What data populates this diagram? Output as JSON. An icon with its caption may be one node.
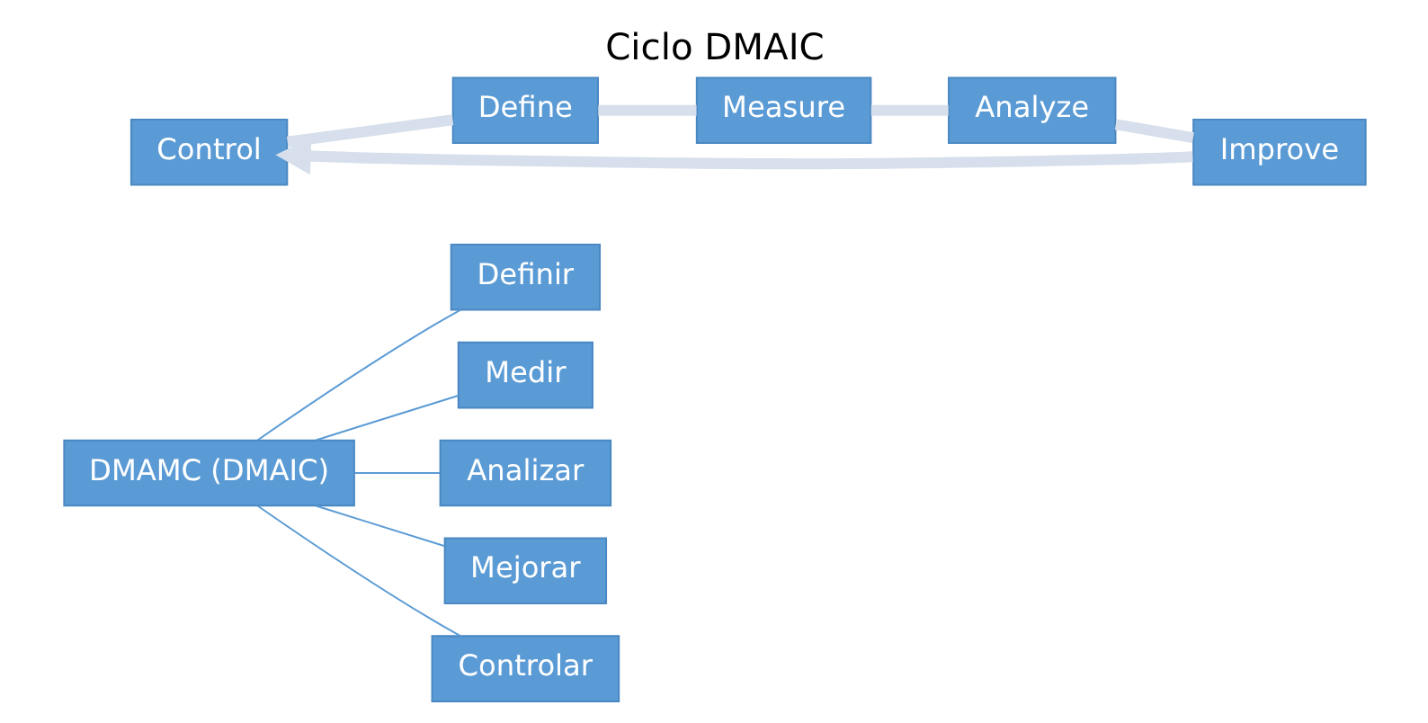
{
  "diagram": {
    "title": "Ciclo DMAIC",
    "nodes": [
      {
        "text": [
          "DMAMC (DMAIC)"
        ]
      },
      {
        "text": [
          "Definir"
        ]
      },
      {
        "text": [
          "Medir"
        ]
      },
      {
        "text": [
          "Analizar"
        ]
      },
      {
        "text": [
          "Mejorar"
        ]
      },
      {
        "text": [
          "Controlar"
        ]
      },
      {
        "text": [
          "Control"
        ]
      },
      {
        "text": [
          "Define"
        ]
      },
      {
        "text": [
          "Measure"
        ]
      },
      {
        "text": [
          "Analyze"
        ]
      },
      {
        "text": [
          "Improve"
        ]
      }
    ],
    "edges": [
      {
        "from": 0,
        "to": 1,
        "arrow": "none"
      },
      {
        "from": 0,
        "to": 2,
        "arrow": "none"
      },
      {
        "from": 0,
        "to": 3,
        "arrow": "none"
      },
      {
        "from": 0,
        "to": 4,
        "arrow": "none"
      },
      {
        "from": 0,
        "to": 5,
        "arrow": "none"
      },
      {
        "from": 6,
        "to": 7,
        "arrow": "none",
        "style": "thick",
        "color": "#d6dfeb"
      },
      {
        "from": 7,
        "to": 8,
        "arrow": "none",
        "style": "thick",
        "color": "#d6dfeb"
      },
      {
        "from": 8,
        "to": 9,
        "arrow": "none",
        "style": "thick",
        "color": "#d6dfeb"
      },
      {
        "from": 9,
        "to": 10,
        "arrow": "none",
        "style": "thick",
        "color": "#d6dfeb"
      },
      {
        "from": 10,
        "to": 6,
        "arrow": "to",
        "style": "thick",
        "color": "#d6dfeb"
      }
    ]
  }
}
